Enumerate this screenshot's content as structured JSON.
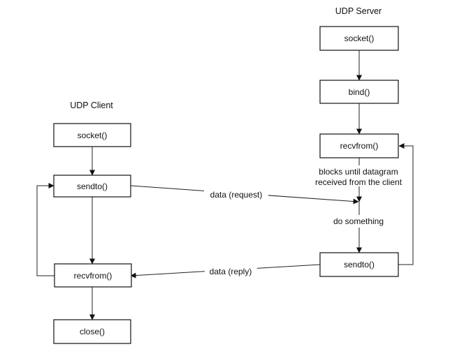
{
  "client": {
    "title": "UDP Client",
    "socket": "socket()",
    "sendto": "sendto()",
    "recvfrom": "recvfrom()",
    "close": "close()"
  },
  "server": {
    "title": "UDP Server",
    "socket": "socket()",
    "bind": "bind()",
    "recvfrom": "recvfrom()",
    "sendto": "sendto()",
    "blocks_line1": "blocks until datagram",
    "blocks_line2": "received from the client",
    "do_something": "do something"
  },
  "messages": {
    "request": "data (request)",
    "reply": "data (reply)"
  },
  "colors": {
    "stroke": "#111111",
    "background": "#ffffff"
  }
}
